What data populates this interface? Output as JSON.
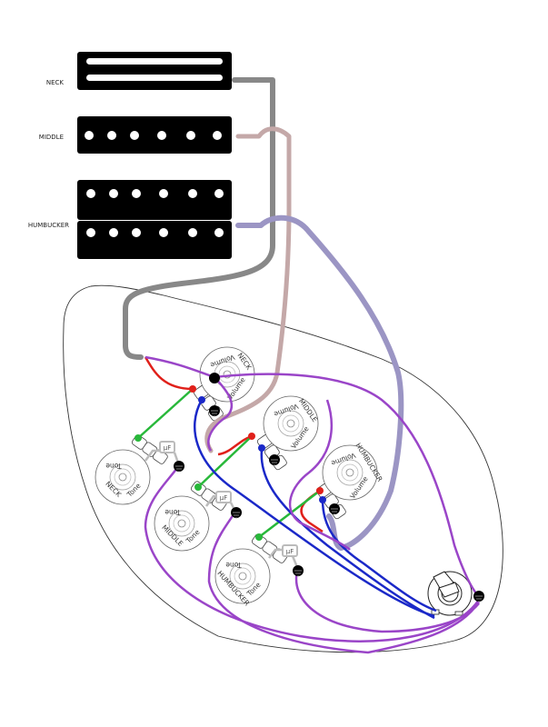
{
  "pickups": [
    {
      "id": "neck",
      "label": "NECK",
      "type": "single-coil-rail"
    },
    {
      "id": "middle",
      "label": "MIDDLE",
      "type": "single-coil",
      "poles": 6
    },
    {
      "id": "humbucker",
      "label": "HUMBUCKER",
      "type": "humbucker",
      "poles": 6
    }
  ],
  "pots": [
    {
      "id": "vol-neck",
      "name": "NECK",
      "function": "Volume",
      "label_top": "Volume",
      "label_side": "Volume"
    },
    {
      "id": "vol-middle",
      "name": "MIDDLE",
      "function": "Volume",
      "label_top": "Volume",
      "label_side": "Volume"
    },
    {
      "id": "vol-humbucker",
      "name": "HUMBUCKER",
      "function": "Volume",
      "label_top": "Volume",
      "label_side": "Volume"
    },
    {
      "id": "tone-neck",
      "name": "NECK",
      "function": "Tone",
      "label_top": "Tone",
      "label_side": "Tone"
    },
    {
      "id": "tone-middle",
      "name": "MIDDLE",
      "function": "Tone",
      "label_top": "Tone",
      "label_side": "Tone"
    },
    {
      "id": "tone-humbucker",
      "name": "HUMBUCKER",
      "function": "Tone",
      "label_top": "Tone",
      "label_side": "Tone"
    }
  ],
  "capacitor_label": "µF",
  "wire_colors": {
    "neck_hot": "#888888",
    "middle_hot": "#c4a8a8",
    "humbucker_hot": "#9b95c4",
    "ground": "#9a45c8",
    "output": "#1a28c8",
    "red": "#e0201a",
    "green": "#28b83a"
  },
  "components": {
    "output_jack": "output-jack",
    "ground_symbol": "ground-icon"
  }
}
